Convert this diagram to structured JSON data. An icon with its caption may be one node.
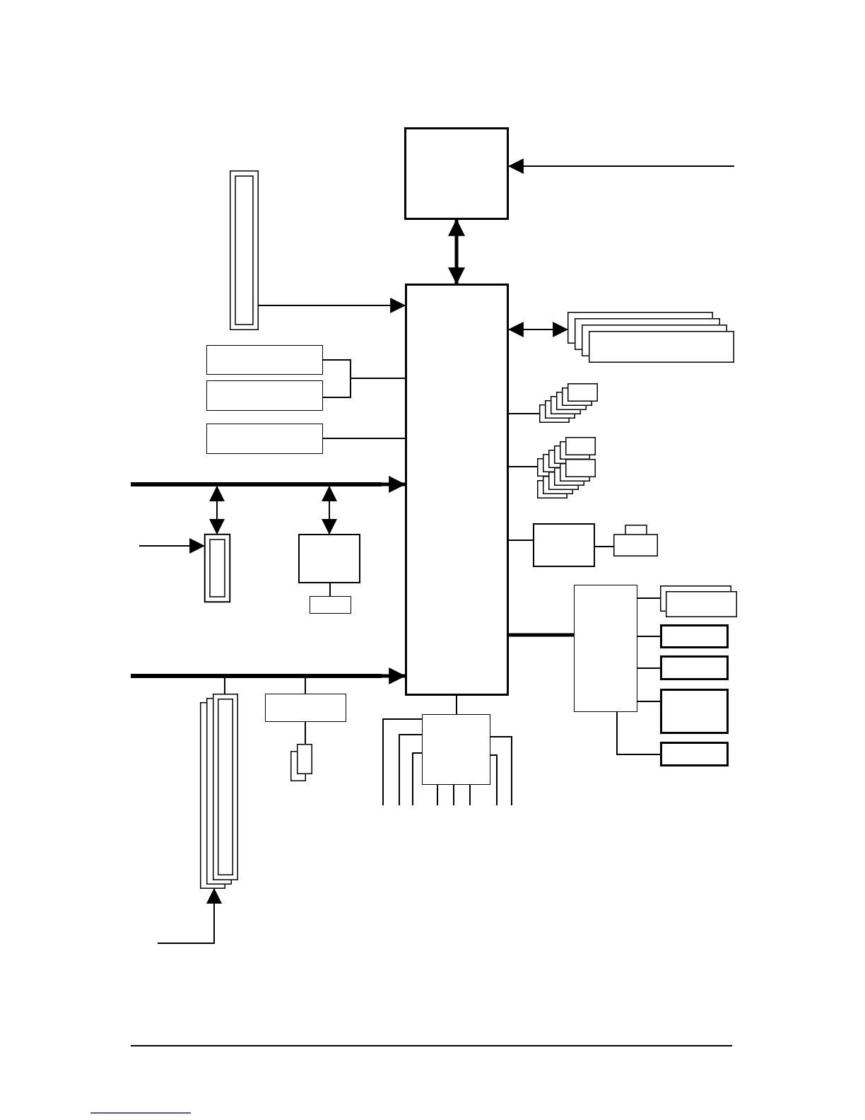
{
  "diagram": {
    "nodes": [
      {
        "text": [],
        "shape": "box"
      },
      {
        "text": [],
        "shape": "box"
      },
      {
        "text": [],
        "shape": "box"
      },
      {
        "text": [],
        "shape": "box"
      },
      {
        "text": [],
        "shape": "box"
      },
      {
        "text": [],
        "shape": "box"
      },
      {
        "text": [],
        "shape": "box"
      },
      {
        "text": [],
        "shape": "box"
      },
      {
        "text": [],
        "shape": "box"
      },
      {
        "text": [],
        "shape": "box"
      },
      {
        "text": [],
        "shape": "box"
      },
      {
        "text": [],
        "shape": "box"
      },
      {
        "text": [],
        "shape": "box"
      },
      {
        "text": [],
        "shape": "box"
      },
      {
        "text": [],
        "shape": "box"
      },
      {
        "text": [],
        "shape": "box"
      },
      {
        "text": [],
        "shape": "box"
      },
      {
        "text": [],
        "shape": "box"
      },
      {
        "text": [],
        "shape": "box"
      },
      {
        "text": [],
        "shape": "box"
      },
      {
        "text": [],
        "shape": "box"
      },
      {
        "text": [],
        "shape": "box"
      },
      {
        "text": [],
        "shape": "box"
      },
      {
        "text": [],
        "shape": "box"
      },
      {
        "text": [],
        "shape": "bar"
      },
      {
        "text": [],
        "shape": "bar"
      }
    ],
    "edges": [
      {
        "from": null,
        "to": 0,
        "arrow": "to"
      },
      {
        "from": 0,
        "to": 1,
        "arrow": "both",
        "style": "thick"
      },
      {
        "from": 2,
        "to": 1,
        "arrow": "to"
      },
      {
        "from": 1,
        "to": 3,
        "arrow": "both"
      },
      {
        "from": 4,
        "to": 1,
        "arrow": "none"
      },
      {
        "from": 5,
        "to": 1,
        "arrow": "none"
      },
      {
        "from": 6,
        "to": 1,
        "arrow": "none"
      },
      {
        "from": 1,
        "to": 7,
        "arrow": "none"
      },
      {
        "from": 1,
        "to": 8,
        "arrow": "none"
      },
      {
        "from": 1,
        "to": 9,
        "arrow": "none"
      },
      {
        "from": 9,
        "to": 10,
        "arrow": "none"
      },
      {
        "from": 1,
        "to": 11,
        "arrow": "none",
        "style": "thick"
      },
      {
        "from": 11,
        "to": 12,
        "arrow": "none"
      },
      {
        "from": 11,
        "to": 13,
        "arrow": "none"
      },
      {
        "from": 11,
        "to": 14,
        "arrow": "none"
      },
      {
        "from": 11,
        "to": 15,
        "arrow": "none"
      },
      {
        "from": 11,
        "to": 16,
        "arrow": "none"
      },
      {
        "from": 1,
        "to": 17,
        "arrow": "none"
      },
      {
        "from": 24,
        "to": 1,
        "arrow": "to",
        "style": "thick"
      },
      {
        "from": 24,
        "to": 18,
        "arrow": "both"
      },
      {
        "from": 24,
        "to": 19,
        "arrow": "both"
      },
      {
        "from": 19,
        "to": 20,
        "arrow": "none"
      },
      {
        "from": null,
        "to": 18,
        "arrow": "to"
      },
      {
        "from": 25,
        "to": 1,
        "arrow": "to",
        "style": "thick"
      },
      {
        "from": 25,
        "to": 21,
        "arrow": "none"
      },
      {
        "from": 25,
        "to": 22,
        "arrow": "none"
      },
      {
        "from": 22,
        "to": 23,
        "arrow": "none"
      },
      {
        "from": null,
        "to": 21,
        "arrow": "to"
      },
      {
        "from": 17,
        "to": null,
        "arrow": "none"
      },
      {
        "from": 17,
        "to": null,
        "arrow": "none"
      },
      {
        "from": 17,
        "to": null,
        "arrow": "none"
      },
      {
        "from": 17,
        "to": null,
        "arrow": "none"
      },
      {
        "from": 17,
        "to": null,
        "arrow": "none"
      },
      {
        "from": 17,
        "to": null,
        "arrow": "none"
      },
      {
        "from": 17,
        "to": null,
        "arrow": "none"
      },
      {
        "from": 17,
        "to": null,
        "arrow": "none"
      }
    ]
  }
}
